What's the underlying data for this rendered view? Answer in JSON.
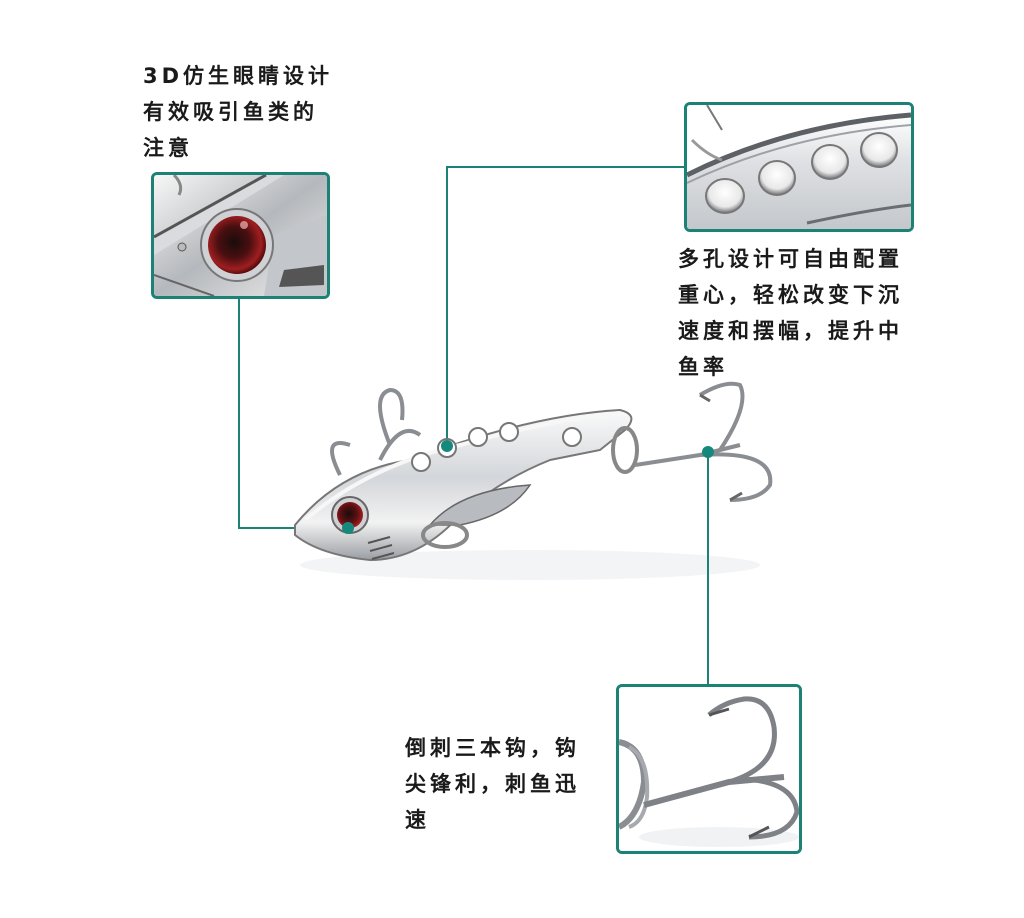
{
  "callouts": {
    "eye": {
      "lines": [
        "3D仿生眼睛设计",
        "有效吸引鱼类的",
        "注意"
      ]
    },
    "holes": {
      "lines": [
        "多孔设计可自由配置",
        "重心，轻松改变下沉",
        "速度和摆幅，提升中",
        "鱼率"
      ]
    },
    "hook": {
      "lines": [
        "倒刺三本钩，钩",
        "尖锋利，刺鱼迅",
        "速"
      ]
    }
  },
  "colors": {
    "accent": "#1b8275",
    "dot": "#158a7c",
    "eye_red": "#8e1a1a",
    "metal": "#c9cdd2"
  },
  "product": {
    "icon": "metal-blade-lure-icon"
  }
}
